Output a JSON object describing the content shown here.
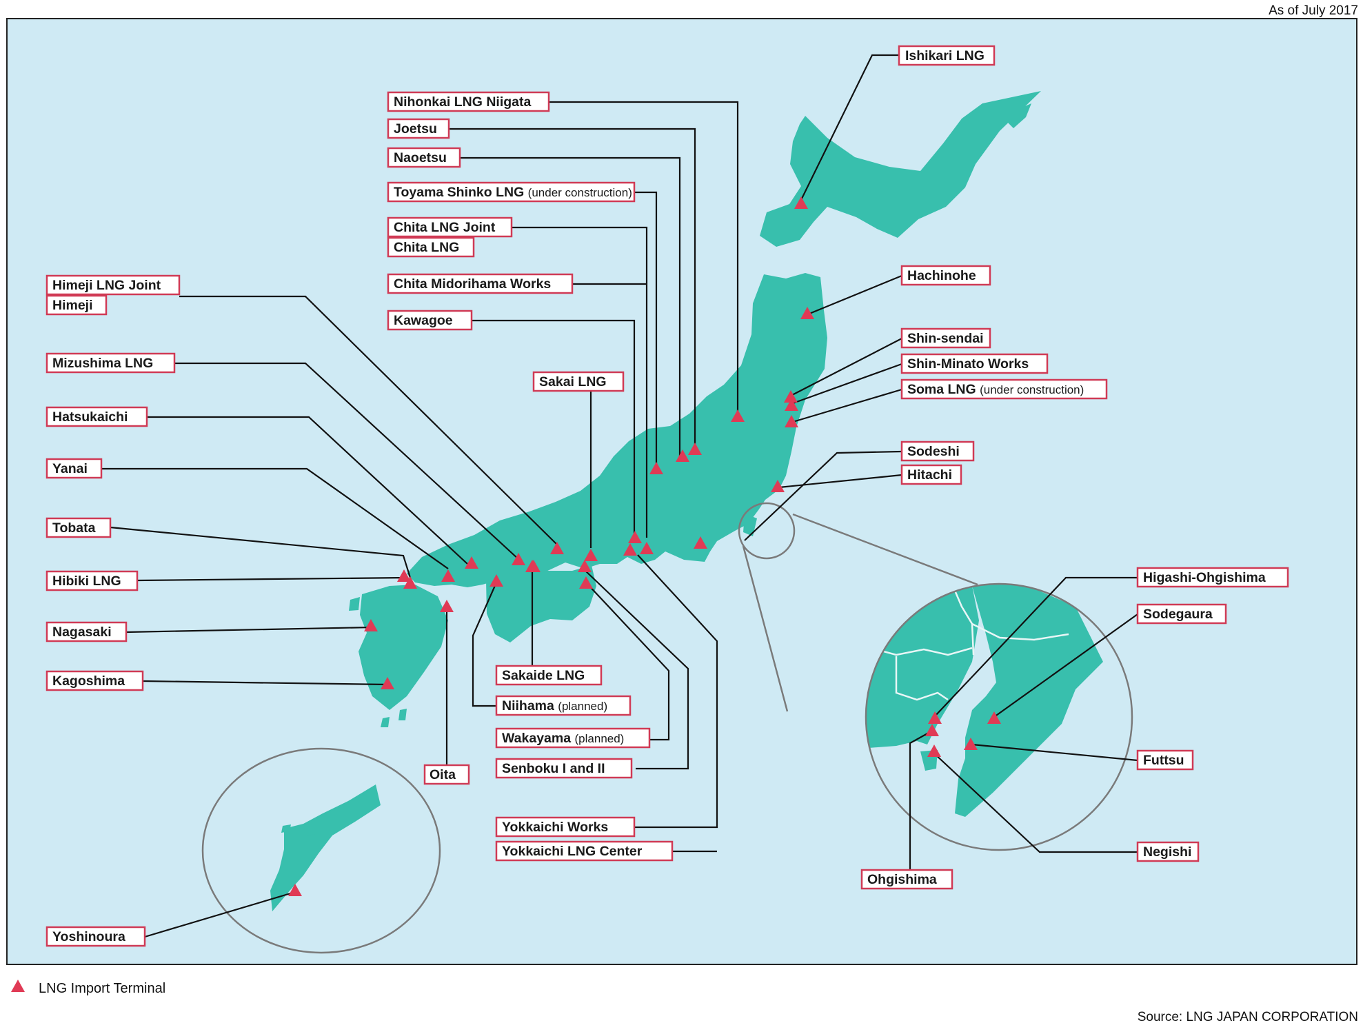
{
  "header": {
    "date_note": "As of July 2017"
  },
  "legend": {
    "label": "LNG Import Terminal",
    "marker_icon": "triangle-marker-icon"
  },
  "source": "Source: LNG JAPAN CORPORATION",
  "colors": {
    "sea": "#cfeaf4",
    "land": "#38bfad",
    "marker": "#e03a55",
    "label_border": "#d03a55",
    "leader": "#111111",
    "inset_ring": "#7a7a7a"
  },
  "labels": {
    "ishikari": "Ishikari LNG",
    "nihonkai": "Nihonkai LNG Niigata",
    "joetsu": "Joetsu",
    "naoetsu": "Naoetsu",
    "toyama": "Toyama Shinko LNG",
    "toyama_note": "(under construction)",
    "chita_joint": "Chita LNG Joint",
    "chita": "Chita LNG",
    "chita_midorihama": "Chita Midorihama Works",
    "kawagoe": "Kawagoe",
    "sakai": "Sakai LNG",
    "himeji_joint": "Himeji LNG Joint",
    "himeji": "Himeji",
    "mizushima": "Mizushima LNG",
    "hatsukaichi": "Hatsukaichi",
    "yanai": "Yanai",
    "tobata": "Tobata",
    "hibiki": "Hibiki LNG",
    "nagasaki": "Nagasaki",
    "kagoshima": "Kagoshima",
    "oita": "Oita",
    "sakaide": "Sakaide LNG",
    "niihama": "Niihama",
    "niihama_note": "(planned)",
    "wakayama": "Wakayama",
    "wakayama_note": "(planned)",
    "senboku": "Senboku I and II",
    "yokkaichi_works": "Yokkaichi Works",
    "yokkaichi_center": "Yokkaichi LNG Center",
    "yoshinoura": "Yoshinoura",
    "hachinohe": "Hachinohe",
    "shin_sendai": "Shin-sendai",
    "shin_minato": "Shin-Minato Works",
    "soma": "Soma LNG",
    "soma_note": "(under construction)",
    "sodeshi": "Sodeshi",
    "hitachi": "Hitachi",
    "higashi_ohgishima": "Higashi-Ohgishima",
    "sodegaura": "Sodegaura",
    "futtsu": "Futtsu",
    "negishi": "Negishi",
    "ohgishima": "Ohgishima"
  }
}
